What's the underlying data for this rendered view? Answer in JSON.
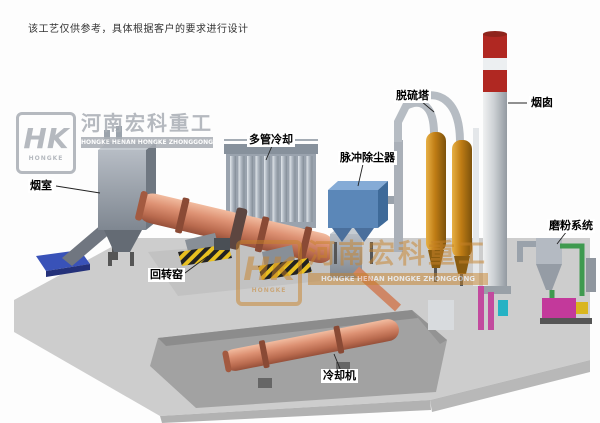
{
  "note": "该工艺仅供参考，具体根据客户的要求进行设计",
  "labels": {
    "smoke_chamber": "烟室",
    "rotary_kiln": "回转窑",
    "multi_tube_cooler": "多管冷却",
    "pulse_dust_collector": "脉冲除尘器",
    "desulfurization_tower": "脱硫塔",
    "chimney": "烟囱",
    "grinding_system": "磨粉系统",
    "cooling_machine": "冷却机"
  },
  "watermark": {
    "logo": "HK",
    "logo_sub": "HONGKE",
    "company_cn": "河南宏科重工",
    "company_en": "HONGKE HENAN HONGKE ZHONGGONG"
  },
  "colors": {
    "kiln_salmon": "#d88a6d",
    "dust_collector_blue": "#5b87b8",
    "tower_amber": "#c07d15",
    "chimney_band_red": "#b02822",
    "grinding_magenta": "#c3399b",
    "pipe_green": "#3f9a4f",
    "cart_blue": "#3952b8",
    "watermark_orange": "#c8832a",
    "watermark_gray": "#a9aeb5"
  }
}
